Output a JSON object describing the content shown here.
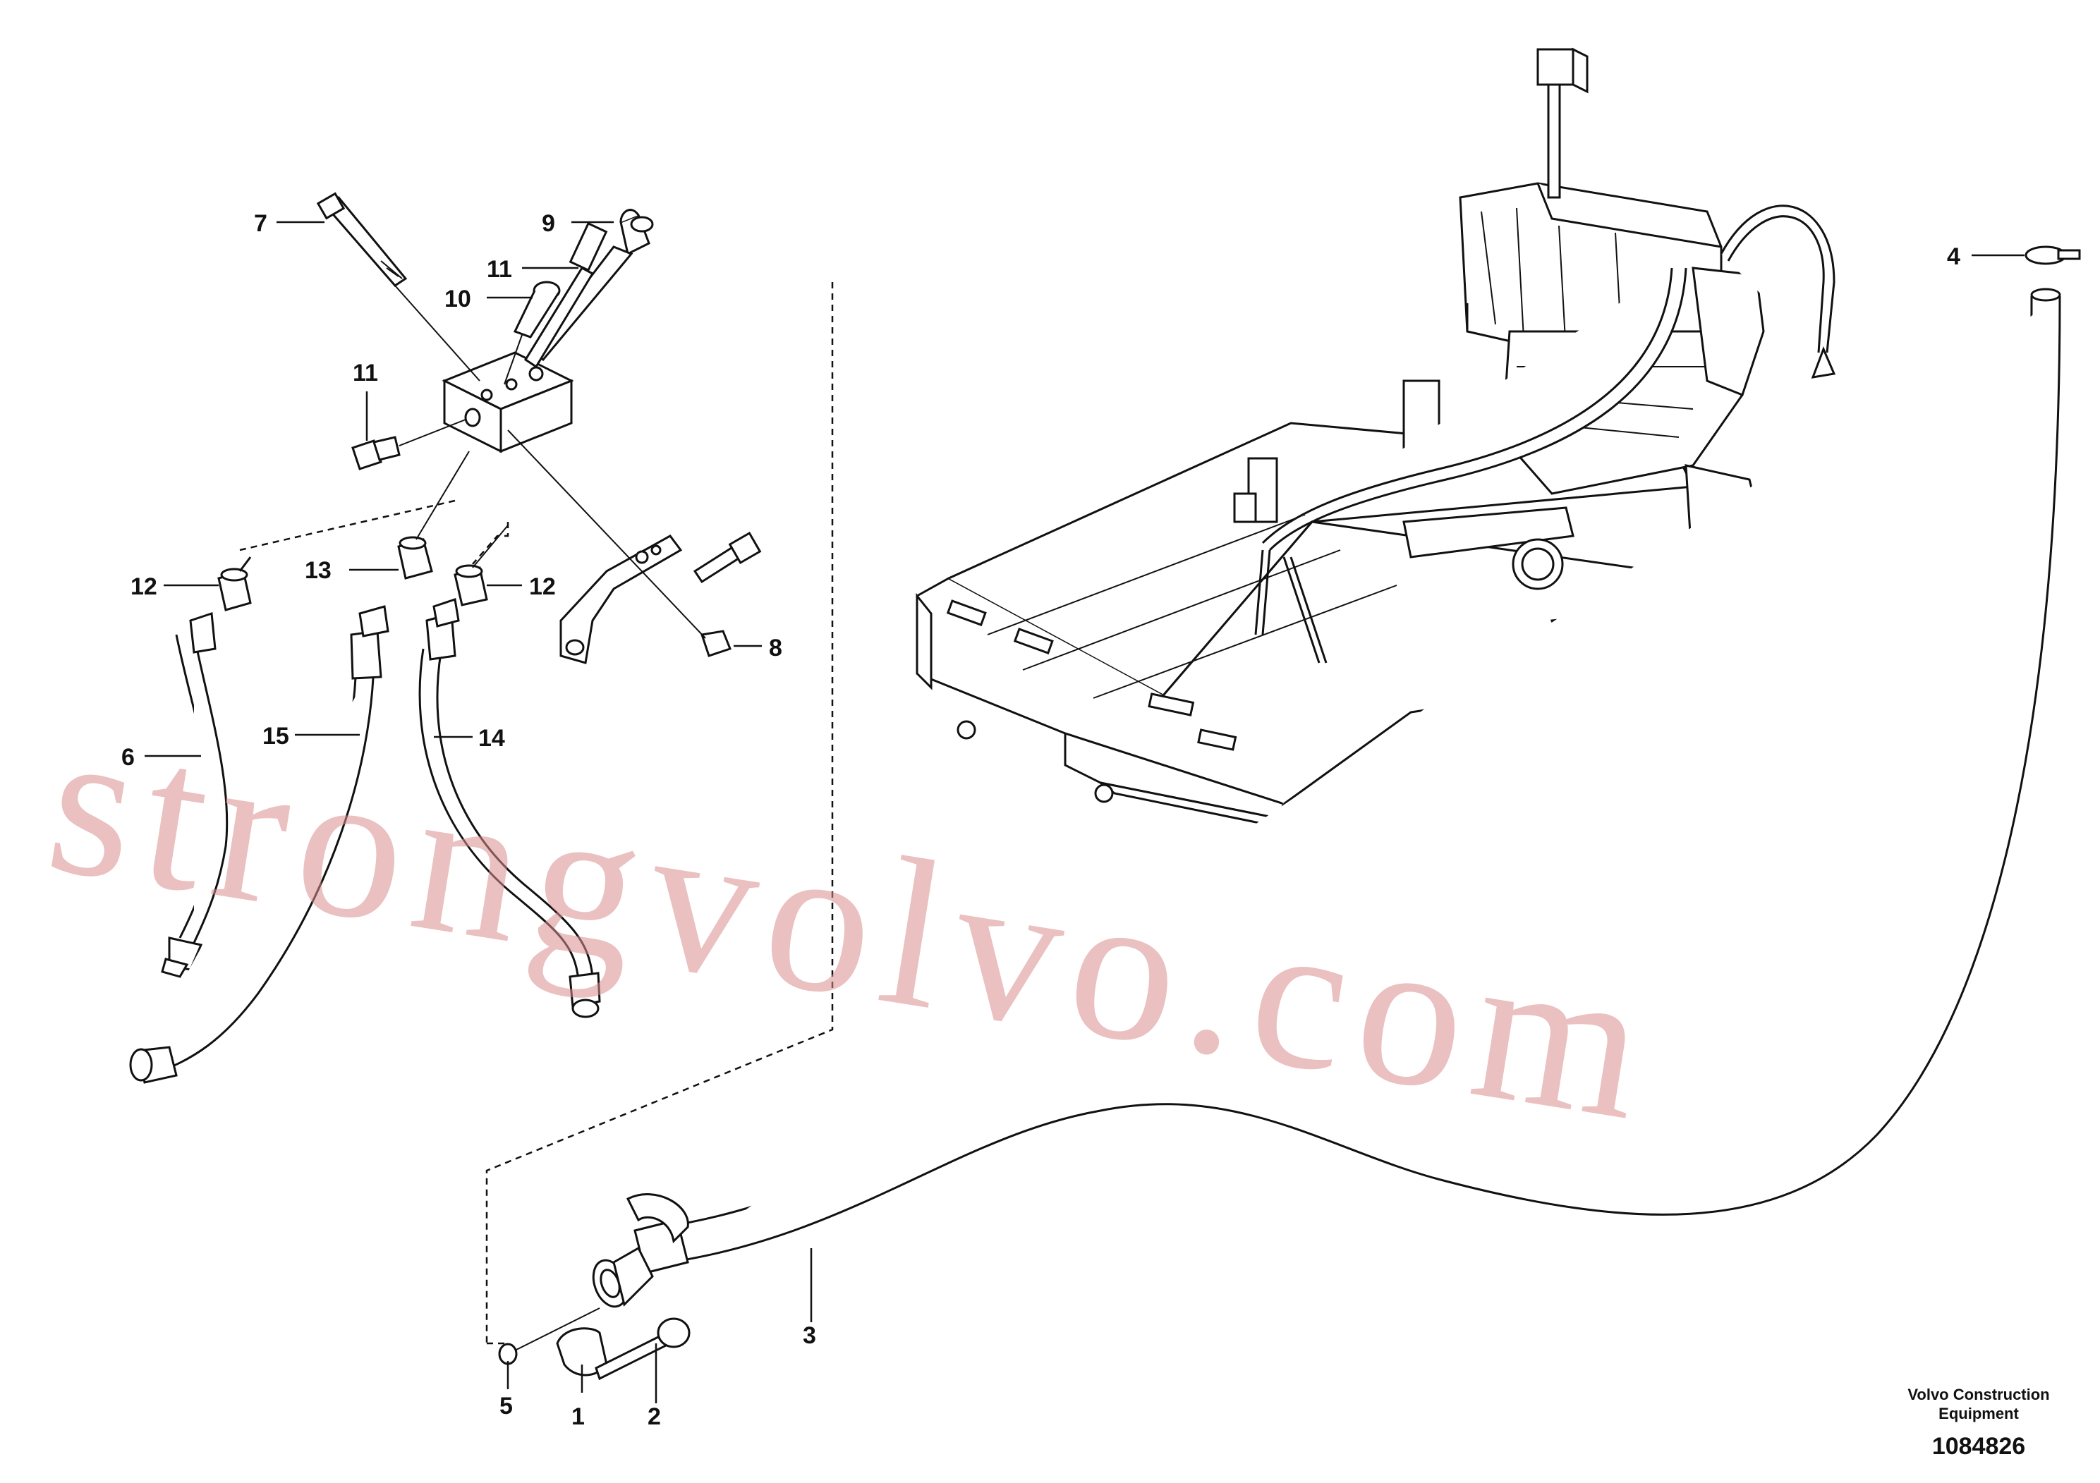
{
  "callouts": [
    {
      "id": "1",
      "label": "1"
    },
    {
      "id": "2",
      "label": "2"
    },
    {
      "id": "3",
      "label": "3"
    },
    {
      "id": "4",
      "label": "4"
    },
    {
      "id": "5",
      "label": "5"
    },
    {
      "id": "6",
      "label": "6"
    },
    {
      "id": "7",
      "label": "7"
    },
    {
      "id": "8",
      "label": "8"
    },
    {
      "id": "9",
      "label": "9"
    },
    {
      "id": "10",
      "label": "10"
    },
    {
      "id": "11a",
      "label": "11"
    },
    {
      "id": "11b",
      "label": "11"
    },
    {
      "id": "12a",
      "label": "12"
    },
    {
      "id": "12b",
      "label": "12"
    },
    {
      "id": "13",
      "label": "13"
    },
    {
      "id": "14",
      "label": "14"
    },
    {
      "id": "15",
      "label": "15"
    }
  ],
  "watermark": "strongvolvo.com",
  "footer": {
    "company_line1": "Volvo Construction",
    "company_line2": "Equipment",
    "drawing_number": "1084826"
  }
}
